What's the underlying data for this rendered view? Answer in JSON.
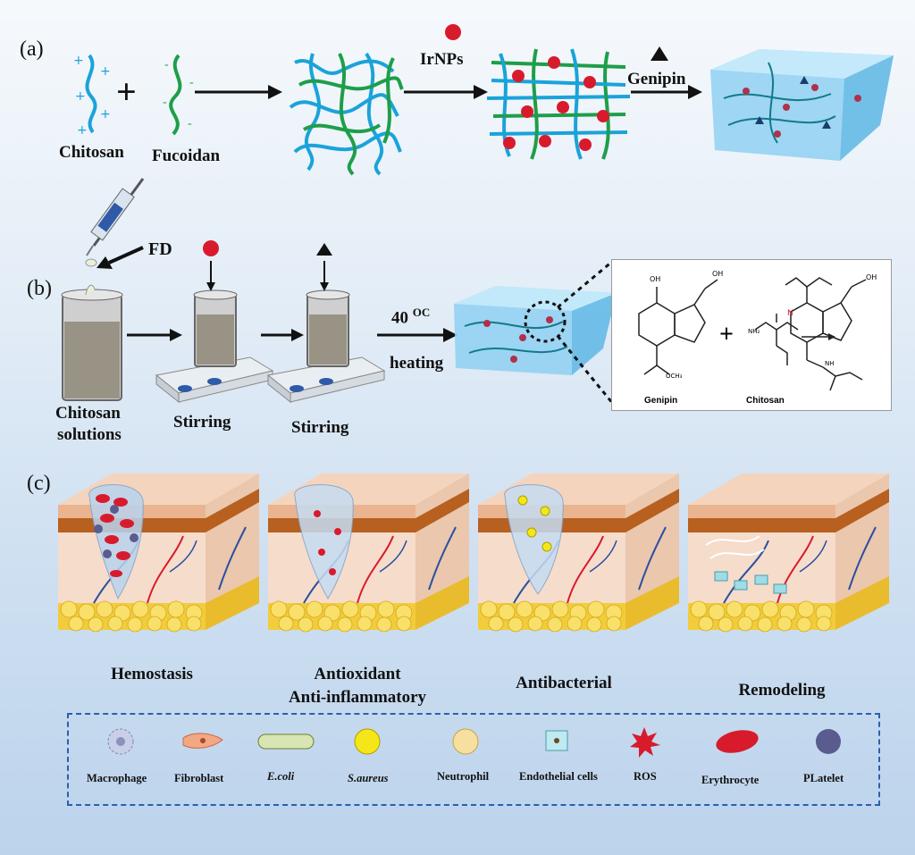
{
  "panels": {
    "a": "(a)",
    "b": "(b)",
    "c": "(c)"
  },
  "row_a": {
    "chitosan": "Chitosan",
    "fucoidan": "Fucoidan",
    "irnps": "IrNPs",
    "genipin": "Genipin"
  },
  "row_b": {
    "fd": "FD",
    "chitosan_solutions_1": "Chitosan",
    "chitosan_solutions_2": "solutions",
    "stirring_1": "Stirring",
    "stirring_2": "Stirring",
    "temp": "40",
    "temp_unit": "OC",
    "heating": "heating",
    "chem_genipin": "Genipin",
    "chem_chitosan": "Chitosan"
  },
  "stages": {
    "hemostasis": "Hemostasis",
    "antioxidant": "Antioxidant",
    "antiinflammatory": "Anti-inflammatory",
    "antibacterial": "Antibacterial",
    "remodeling": "Remodeling"
  },
  "legend": {
    "macrophage": "Macrophage",
    "fibroblast": "Fibroblast",
    "ecoli": "E.coli",
    "saureus": "S.aureus",
    "neutrophil": "Neutrophil",
    "endothelial": "Endothelial cells",
    "ros": "ROS",
    "erythrocyte": "Erythrocyte",
    "platelet": "PLatelet"
  },
  "colors": {
    "chitosan": "#1aa3d9",
    "fucoidan": "#1e9e4a",
    "irnp": "#d81b2c",
    "hydrogel": "#8fd0f2"
  }
}
